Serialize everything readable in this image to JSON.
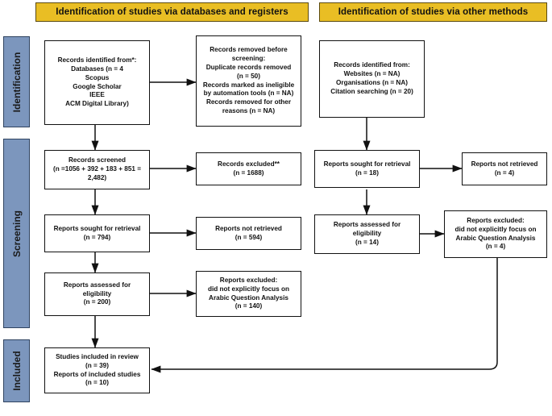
{
  "colors": {
    "banner_fill": "#E9BE24",
    "banner_border": "#5B4A10",
    "stage_fill": "#7C96BD",
    "stage_border": "#2F4360",
    "box_border": "#111111",
    "box_fill": "#FFFFFF",
    "line": "#111111"
  },
  "banners": [
    {
      "id": "databases-registers",
      "label": "Identification of studies via databases and registers"
    },
    {
      "id": "other-methods",
      "label": "Identification of studies via other methods"
    }
  ],
  "stages": [
    {
      "id": "identification",
      "label": "Identification"
    },
    {
      "id": "screening",
      "label": "Screening"
    },
    {
      "id": "included",
      "label": "Included"
    }
  ],
  "boxes": {
    "records_identified": {
      "name": "records-identified-box",
      "lines": [
        "Records identified from*:",
        "Databases (n = 4",
        "Scopus",
        "Google Scholar",
        "IEEE",
        "ACM Digital Library)"
      ]
    },
    "records_removed": {
      "name": "records-removed-box",
      "lines": [
        "Records removed before",
        "screening:",
        "Duplicate records removed",
        "(n = 50)",
        "Records marked as ineligible",
        "by automation tools (n = NA)",
        "Records removed for other",
        "reasons (n = NA)"
      ]
    },
    "records_screened": {
      "name": "records-screened-box",
      "lines": [
        "Records screened",
        "(n =1056 + 392 + 183 + 851 =",
        "2,482)"
      ]
    },
    "records_excluded": {
      "name": "records-excluded-box",
      "lines": [
        "Records excluded**",
        "(n = 1688)"
      ]
    },
    "reports_sought_left": {
      "name": "reports-sought-for-retrieval-box",
      "lines": [
        "Reports sought for retrieval",
        "(n = 794)"
      ]
    },
    "reports_not_retrieved_left": {
      "name": "reports-not-retrieved-box",
      "lines": [
        "Reports not retrieved",
        "(n = 594)"
      ]
    },
    "reports_assessed_left": {
      "name": "reports-assessed-for-eligibility-box",
      "lines": [
        "Reports assessed for",
        "eligibility",
        "(n = 200)"
      ]
    },
    "reports_excluded_left": {
      "name": "reports-excluded-box",
      "lines": [
        "Reports excluded:",
        "did not explicitly focus on",
        "Arabic Question Analysis",
        "(n = 140)"
      ]
    },
    "studies_included": {
      "name": "studies-included-box",
      "lines": [
        "Studies included in review",
        "(n = 39)",
        "Reports of included studies",
        "(n = 10)"
      ]
    },
    "records_identified_other": {
      "name": "records-identified-other-box",
      "lines": [
        "Records identified from:",
        "Websites (n = NA)",
        "Organisations (n = NA)",
        "Citation searching (n = 20)"
      ]
    },
    "reports_sought_right": {
      "name": "reports-sought-for-retrieval-other-box",
      "lines": [
        "Reports sought for retrieval",
        "(n = 18)"
      ]
    },
    "reports_not_retrieved_right": {
      "name": "reports-not-retrieved-other-box",
      "lines": [
        "Reports not retrieved",
        "(n = 4)"
      ]
    },
    "reports_assessed_right": {
      "name": "reports-assessed-for-eligibility-other-box",
      "lines": [
        "Reports assessed for",
        "eligibility",
        "(n = 14)"
      ]
    },
    "reports_excluded_right": {
      "name": "reports-excluded-other-box",
      "lines": [
        "Reports excluded:",
        "did not explicitly focus on",
        "Arabic Question Analysis",
        "(n = 4)"
      ]
    }
  }
}
